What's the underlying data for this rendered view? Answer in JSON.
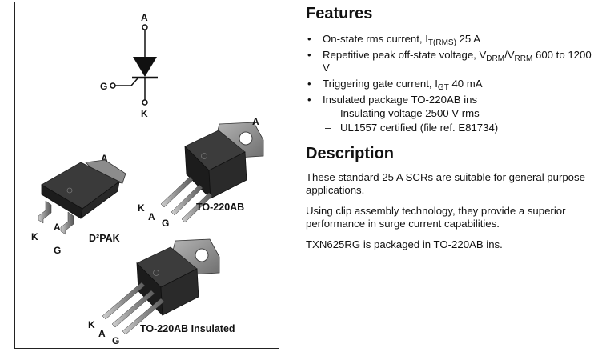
{
  "figure": {
    "symbol_labels": {
      "anode": "A",
      "gate": "G",
      "cathode": "K"
    },
    "to220": {
      "name": "TO-220AB",
      "tab_label": "A",
      "pin_labels": [
        "K",
        "A",
        "G"
      ]
    },
    "d2pak": {
      "name": "D²PAK",
      "tab_label": "A",
      "pin_labels": [
        "K",
        "A",
        "G"
      ]
    },
    "to220ins": {
      "name": "TO-220AB Insulated",
      "pin_labels": [
        "K",
        "A",
        "G"
      ]
    }
  },
  "features": {
    "heading": "Features",
    "items": [
      {
        "text": "On-state rms current, I",
        "sub": "T(RMS)",
        "after": " 25 A"
      },
      {
        "text": "Repetitive peak off-state voltage, V",
        "sub": "DRM",
        "mid": "/V",
        "sub2": "RRM",
        "after": " 600 to 1200 V"
      },
      {
        "text": "Triggering gate current, I",
        "sub": "GT",
        "after": " 40 mA"
      },
      {
        "text": "Insulated package TO-220AB ins"
      }
    ],
    "subitems": [
      "Insulating voltage 2500 V rms",
      "UL1557 certified (file ref. E81734)"
    ]
  },
  "description": {
    "heading": "Description",
    "paragraphs": [
      "These standard 25 A SCRs are suitable for general purpose applications.",
      "Using clip assembly technology, they provide a superior performance in surge current capabilities.",
      "TXN625RG is packaged in TO-220AB ins."
    ]
  },
  "colors": {
    "package_dark": "#1a1a1a",
    "package_mid": "#3a3a3a",
    "tab_grey": "#8a8a8a",
    "lead_grey": "#9c9c9c"
  }
}
